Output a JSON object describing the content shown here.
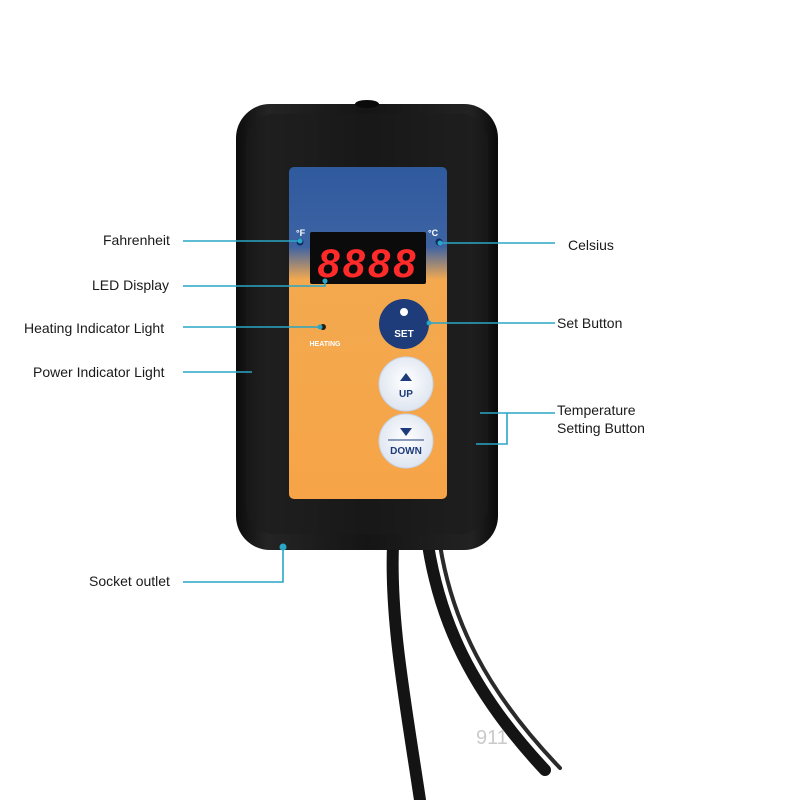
{
  "device": {
    "unit_f": "°F",
    "unit_c": "°C",
    "display_value": "8888",
    "heating_label": "HEATING",
    "set_button": "SET",
    "up_button": "UP",
    "down_button": "DOWN"
  },
  "callouts": {
    "fahrenheit": "Fahrenheit",
    "celsius": "Celsius",
    "led_display": "LED Display",
    "set_button": "Set Button",
    "heating_indicator": "Heating Indicator Light",
    "power_indicator": "Power Indicator Light",
    "temperature_setting_line1": "Temperature",
    "temperature_setting_line2": "Setting Button",
    "socket_outlet": "Socket outlet"
  },
  "watermark": "911",
  "colors": {
    "body": "#151515",
    "panel_blue": "#2f5a9e",
    "panel_orange": "#f5a84d",
    "led_red": "#ff2a2a",
    "callout_line": "#2aa6c6",
    "button_navy": "#1e3c7a"
  }
}
